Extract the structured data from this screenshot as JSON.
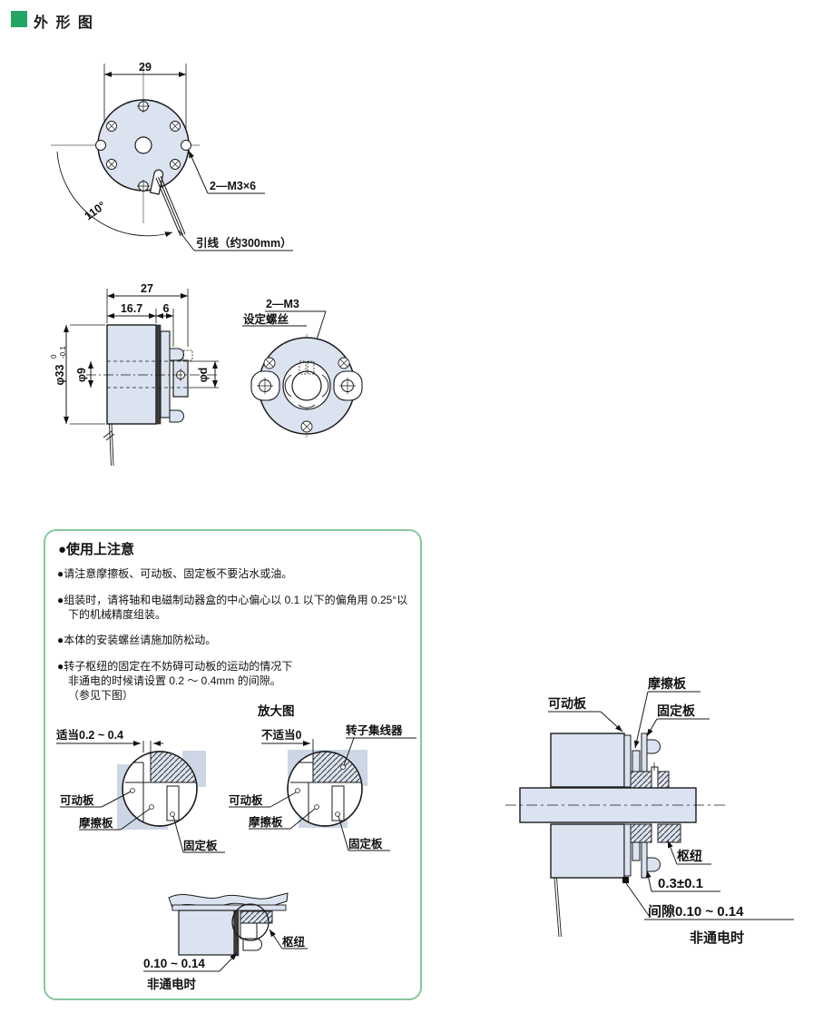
{
  "page": {
    "title": "外 形 图"
  },
  "front_view": {
    "dim_width": "29",
    "screw_label": "2—M3×6",
    "angle_label": "110°",
    "lead_label": "引线（约300mm）"
  },
  "side_view": {
    "dim_total": "27",
    "dim_body": "16.7",
    "dim_hub": "6",
    "dim_outer": "φ33",
    "tol_upper": "0",
    "tol_lower": "-0.1",
    "dim_bore": "φ9",
    "dim_shaft": "φd"
  },
  "rear_view": {
    "screw_count": "2—M3",
    "screw_name": "设定螺丝"
  },
  "notes": {
    "title": "●使用上注意",
    "item1": "●请注意摩擦板、可动板、固定板不要沾水或油。",
    "item2_line1": "●组装时，请将轴和电磁制动器盒的中心偏心以 0.1 以下的偏角用 0.25°以",
    "item2_line2": "下的机械精度组装。",
    "item3": "●本体的安装螺丝请施加防松动。",
    "item4_line1": "●转子枢纽的固定在不妨碍可动板的运动的情况下",
    "item4_line2": "非通电的时候请设置 0.2 ～ 0.4mm 的间隙。",
    "item4_line3": "（参见下图）"
  },
  "magnified": {
    "title": "放大图",
    "left": {
      "gap": "适当0.2 ~ 0.4",
      "movable": "可动板",
      "friction": "摩擦板",
      "fixed": "固定板"
    },
    "right": {
      "gap": "不适当0",
      "rotor_hub": "转子集线器",
      "movable": "可动板",
      "friction": "摩擦板",
      "fixed": "固定板"
    },
    "bottom": {
      "hub": "枢纽",
      "gap": "0.10 ~ 0.14",
      "state": "非通电时"
    }
  },
  "section_view": {
    "friction": "摩擦板",
    "movable": "可动板",
    "fixed": "固定板",
    "hub": "枢纽",
    "tol": "0.3±0.1",
    "gap": "间隙0.10 ~ 0.14",
    "state": "非通电时"
  },
  "colors": {
    "accent_green": "#23a464",
    "box_border_green": "#87c89c",
    "drawing_fill_blue": "#dbe3f1",
    "shade_blue": "#ccd6e5"
  }
}
